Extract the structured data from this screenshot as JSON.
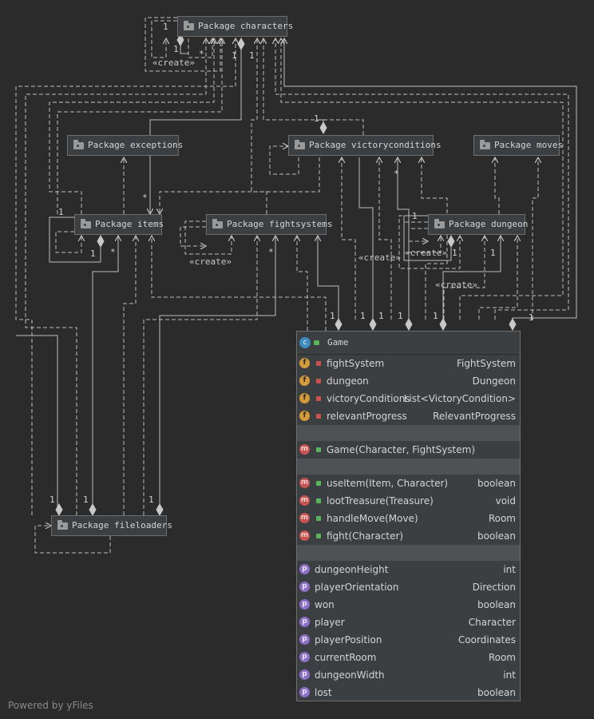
{
  "packages": {
    "characters": "Package characters",
    "exceptions": "Package exceptions",
    "victoryconditions": "Package victoryconditions",
    "moves": "Package moves",
    "items": "Package items",
    "fightsystems": "Package fightsystems",
    "dungeon": "Package dungeon",
    "fileloaders": "Package fileloaders"
  },
  "labels": {
    "create": "«create»",
    "one": "1",
    "many": "*"
  },
  "game": {
    "title": "Game",
    "class_icon": "c",
    "fields": [
      {
        "icon": "f",
        "name": "fightSystem",
        "type": "FightSystem"
      },
      {
        "icon": "f",
        "name": "dungeon",
        "type": "Dungeon"
      },
      {
        "icon": "f",
        "name": "victoryConditions",
        "type": "List<VictoryCondition>"
      },
      {
        "icon": "f",
        "name": "relevantProgress",
        "type": "RelevantProgress"
      }
    ],
    "constructors": [
      {
        "icon": "m",
        "name": "Game(Character, FightSystem)",
        "type": ""
      }
    ],
    "methods": [
      {
        "icon": "m",
        "name": "useItem(Item, Character)",
        "type": "boolean"
      },
      {
        "icon": "m",
        "name": "lootTreasure(Treasure)",
        "type": "void"
      },
      {
        "icon": "m",
        "name": "handleMove(Move)",
        "type": "Room"
      },
      {
        "icon": "m",
        "name": "fight(Character)",
        "type": "boolean"
      }
    ],
    "properties": [
      {
        "icon": "p",
        "name": "dungeonHeight",
        "type": "int"
      },
      {
        "icon": "p",
        "name": "playerOrientation",
        "type": "Direction"
      },
      {
        "icon": "p",
        "name": "won",
        "type": "boolean"
      },
      {
        "icon": "p",
        "name": "player",
        "type": "Character"
      },
      {
        "icon": "p",
        "name": "playerPosition",
        "type": "Coordinates"
      },
      {
        "icon": "p",
        "name": "currentRoom",
        "type": "Room"
      },
      {
        "icon": "p",
        "name": "dungeonWidth",
        "type": "int"
      },
      {
        "icon": "p",
        "name": "lost",
        "type": "boolean"
      }
    ]
  },
  "footer": "Powered by yFiles"
}
